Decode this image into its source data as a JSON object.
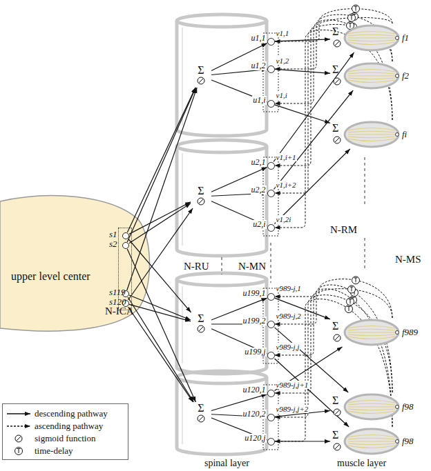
{
  "diagram": {
    "nodes": [
      {
        "text": [
          "upper level center"
        ]
      },
      {
        "text": [
          "N-ICA"
        ],
        "in": 0
      },
      {
        "text": [
          "s1"
        ],
        "in": 1
      },
      {
        "text": [
          "s2"
        ],
        "in": 1
      },
      {
        "text": [
          "s119"
        ],
        "in": 1
      },
      {
        "text": [
          "s120"
        ],
        "in": 1
      },
      {
        "text": [
          "Σ"
        ]
      },
      {
        "text": [
          "Σ"
        ]
      },
      {
        "text": [
          "Σ"
        ]
      },
      {
        "text": [
          "Σ"
        ]
      },
      {
        "text": [
          "u1,1"
        ]
      },
      {
        "text": [
          "u1,2"
        ]
      },
      {
        "text": [
          "u1,i"
        ]
      },
      {
        "text": [
          "u2,1"
        ]
      },
      {
        "text": [
          "u2,2"
        ]
      },
      {
        "text": [
          "u2,i"
        ]
      },
      {
        "text": [
          "u199,1"
        ]
      },
      {
        "text": [
          "u199,2"
        ]
      },
      {
        "text": [
          "u199,j"
        ]
      },
      {
        "text": [
          "u120,1"
        ]
      },
      {
        "text": [
          "u120,2"
        ]
      },
      {
        "text": [
          "u120,j"
        ]
      },
      {
        "text": [
          "Σ",
          "f1"
        ]
      },
      {
        "text": [
          "Σ",
          "f2"
        ]
      },
      {
        "text": [
          "Σ",
          "fi"
        ]
      },
      {
        "text": [
          "Σ",
          "f989"
        ]
      },
      {
        "text": [
          "Σ",
          "f98"
        ]
      },
      {
        "text": [
          "Σ",
          "f98"
        ]
      }
    ],
    "edges": [
      {
        "from": 2,
        "to": 6,
        "arrow": "to"
      },
      {
        "from": 2,
        "to": 7,
        "arrow": "to"
      },
      {
        "from": 2,
        "to": 8,
        "arrow": "to"
      },
      {
        "from": 3,
        "to": 6,
        "arrow": "to"
      },
      {
        "from": 3,
        "to": 7,
        "arrow": "to"
      },
      {
        "from": 3,
        "to": 9,
        "arrow": "to"
      },
      {
        "from": 4,
        "to": 6,
        "arrow": "to"
      },
      {
        "from": 4,
        "to": 8,
        "arrow": "to"
      },
      {
        "from": 4,
        "to": 9,
        "arrow": "to"
      },
      {
        "from": 5,
        "to": 7,
        "arrow": "to"
      },
      {
        "from": 5,
        "to": 8,
        "arrow": "to"
      },
      {
        "from": 5,
        "to": 9,
        "arrow": "to"
      },
      {
        "from": 6,
        "to": 10,
        "arrow": "to"
      },
      {
        "from": 6,
        "to": 11,
        "arrow": "to"
      },
      {
        "from": 6,
        "to": 12,
        "arrow": "to"
      },
      {
        "from": 7,
        "to": 13,
        "arrow": "to"
      },
      {
        "from": 7,
        "to": 14,
        "arrow": "to"
      },
      {
        "from": 7,
        "to": 15,
        "arrow": "to"
      },
      {
        "from": 8,
        "to": 16,
        "arrow": "to"
      },
      {
        "from": 8,
        "to": 17,
        "arrow": "to"
      },
      {
        "from": 8,
        "to": 18,
        "arrow": "to"
      },
      {
        "from": 9,
        "to": 19,
        "arrow": "to"
      },
      {
        "from": 9,
        "to": 20,
        "arrow": "to"
      },
      {
        "from": 9,
        "to": 21,
        "arrow": "to"
      },
      {
        "from": 10,
        "to": 22,
        "arrow": "to"
      },
      {
        "from": 11,
        "to": 23,
        "arrow": "to"
      },
      {
        "from": 12,
        "to": 24,
        "arrow": "to"
      },
      {
        "from": 13,
        "to": 22,
        "arrow": "to"
      },
      {
        "from": 14,
        "to": 23,
        "arrow": "to"
      },
      {
        "from": 15,
        "to": 24,
        "arrow": "to"
      },
      {
        "from": 16,
        "to": 25,
        "arrow": "to"
      },
      {
        "from": 17,
        "to": 26,
        "arrow": "to"
      },
      {
        "from": 18,
        "to": 27,
        "arrow": "to"
      },
      {
        "from": 19,
        "to": 25,
        "arrow": "to"
      },
      {
        "from": 20,
        "to": 26,
        "arrow": "to"
      },
      {
        "from": 21,
        "to": 27,
        "arrow": "to"
      },
      {
        "from": 22,
        "to": 10,
        "arrow": "to"
      },
      {
        "from": 23,
        "to": 11,
        "arrow": "to"
      },
      {
        "from": 24,
        "to": 12,
        "arrow": "to"
      },
      {
        "from": 22,
        "to": 13,
        "arrow": "to"
      },
      {
        "from": 23,
        "to": 14,
        "arrow": "to"
      },
      {
        "from": 24,
        "to": 15,
        "arrow": "to"
      },
      {
        "from": 25,
        "to": 16,
        "arrow": "to"
      },
      {
        "from": 26,
        "to": 17,
        "arrow": "to"
      },
      {
        "from": 27,
        "to": 18,
        "arrow": "to"
      },
      {
        "from": 25,
        "to": 19,
        "arrow": "to"
      },
      {
        "from": 26,
        "to": 20,
        "arrow": "to"
      },
      {
        "from": 27,
        "to": 21,
        "arrow": "to"
      }
    ],
    "labels": [
      "N-RU",
      "N-MN",
      "N-RM",
      "N-MS",
      "spinal layer",
      "muscle layer",
      "v1,1",
      "v1,2",
      "v1,i",
      "v1,i+1",
      "v1,i+2",
      "v1,2i",
      "v989-j,1",
      "v989-j,2",
      "v989-j,j",
      "v989-j,j+1",
      "v989-j,j+2"
    ],
    "legend": [
      {
        "text": "descending pathway"
      },
      {
        "text": "ascending pathway"
      },
      {
        "text": "sigmoid function"
      },
      {
        "text": "time-delay"
      }
    ]
  }
}
